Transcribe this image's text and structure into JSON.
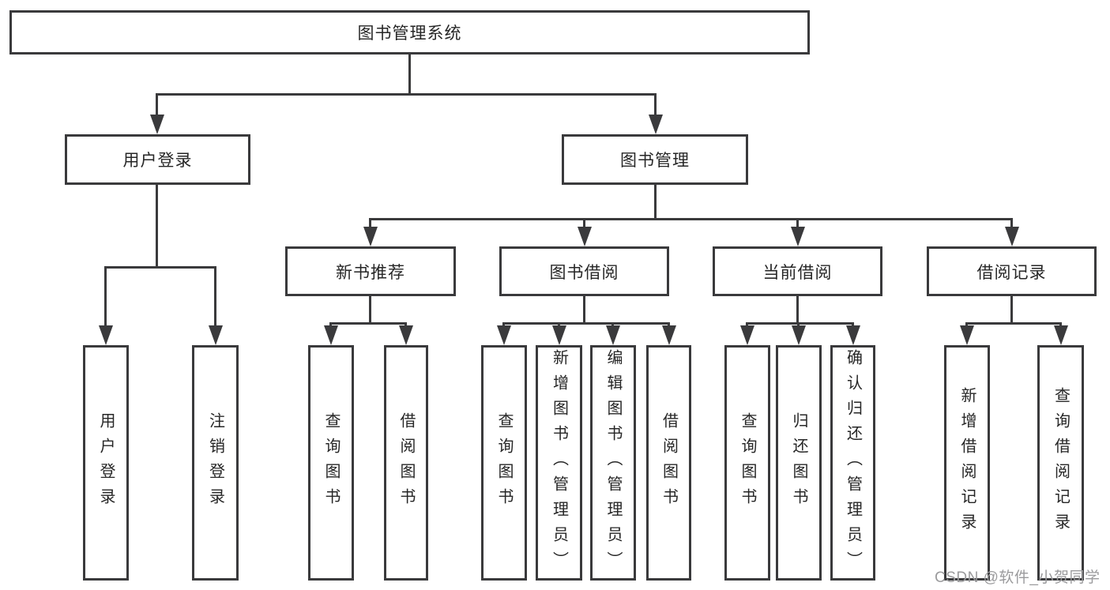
{
  "colors": {
    "line": "#3a3a3c",
    "node_border": "#3a3a3c",
    "node_background": "#ffffff",
    "text": "#262626",
    "watermark": "#9b9b9d",
    "background": "#ffffff"
  },
  "watermark": {
    "text": "CSDN @软件_小贺同学"
  },
  "tree": {
    "root": {
      "label": "图书管理系统",
      "children": [
        {
          "label": "用户登录",
          "children": [
            {
              "label": "用户登录"
            },
            {
              "label": "注销登录"
            }
          ]
        },
        {
          "label": "图书管理",
          "children": [
            {
              "label": "新书推荐",
              "children": [
                {
                  "label": "查询图书"
                },
                {
                  "label": "借阅图书"
                }
              ]
            },
            {
              "label": "图书借阅",
              "children": [
                {
                  "label": "查询图书"
                },
                {
                  "label": "新增图书（管理员）"
                },
                {
                  "label": "编辑图书（管理员）"
                },
                {
                  "label": "借阅图书"
                }
              ]
            },
            {
              "label": "当前借阅",
              "children": [
                {
                  "label": "查询图书"
                },
                {
                  "label": "归还图书"
                },
                {
                  "label": "确认归还（管理员）"
                }
              ]
            },
            {
              "label": "借阅记录",
              "children": [
                {
                  "label": "新增借阅记录"
                },
                {
                  "label": "查询借阅记录"
                }
              ]
            }
          ]
        }
      ]
    }
  }
}
